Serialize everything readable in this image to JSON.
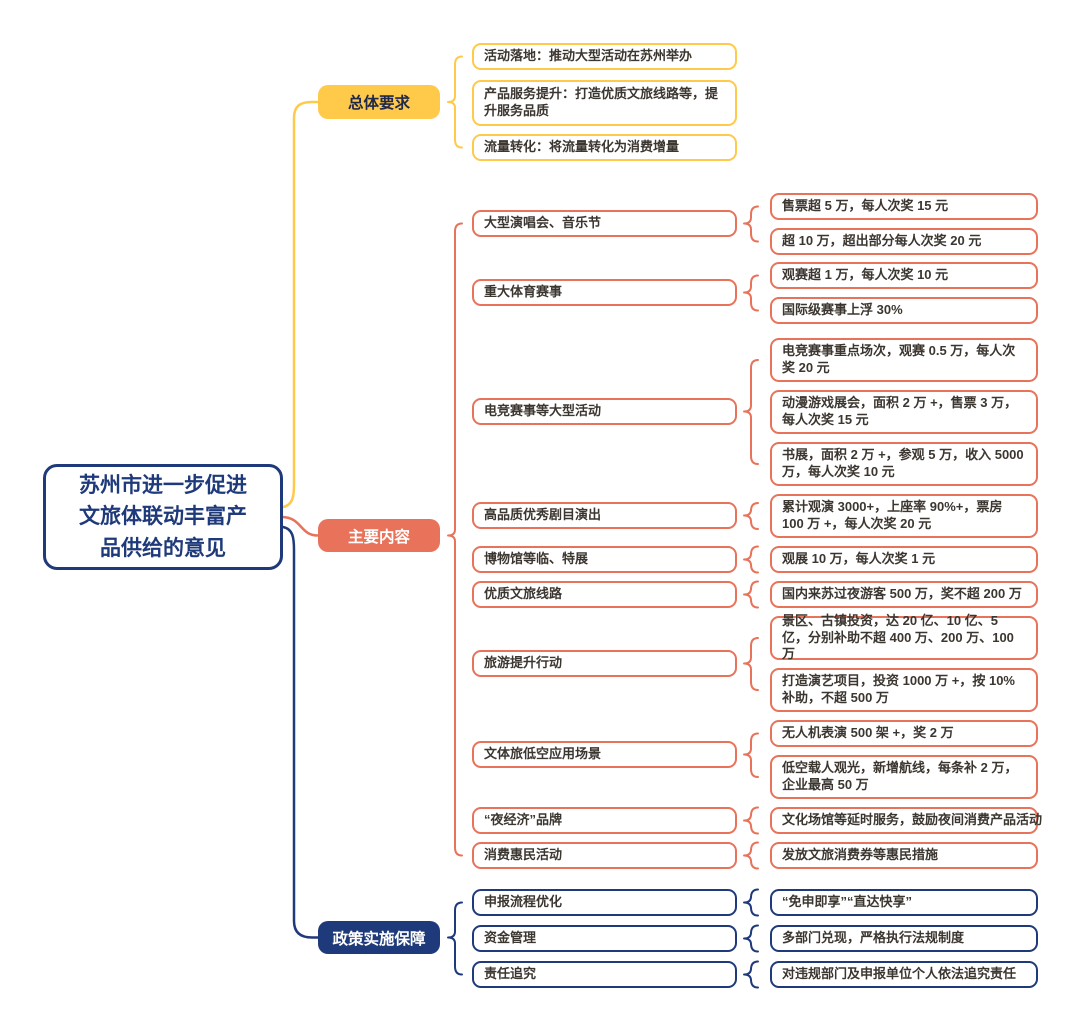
{
  "colors": {
    "yellow": "#ffc94a",
    "salmon": "#e8735a",
    "navy": "#1f3a7a",
    "node_text": "#3c3630",
    "yellow_branch_text": "#20294a",
    "background": "#ffffff"
  },
  "root": {
    "title": "苏州市进一步促进文旅体联动丰富产品供给的意见"
  },
  "branches": [
    {
      "label": "总体要求",
      "children": [
        {
          "label": "活动落地：推动大型活动在苏州举办"
        },
        {
          "label": "产品服务提升：打造优质文旅线路等，提升服务品质"
        },
        {
          "label": "流量转化：将流量转化为消费增量"
        }
      ]
    },
    {
      "label": "主要内容",
      "children": [
        {
          "label": "大型演唱会、音乐节",
          "leaves": [
            "售票超 5 万，每人次奖 15 元",
            "超 10 万，超出部分每人次奖 20 元"
          ]
        },
        {
          "label": "重大体育赛事",
          "leaves": [
            "观赛超 1 万，每人次奖 10 元",
            "国际级赛事上浮 30%"
          ]
        },
        {
          "label": "电竞赛事等大型活动",
          "leaves": [
            "电竞赛事重点场次，观赛 0.5 万，每人次奖 20 元",
            "动漫游戏展会，面积 2 万 +，售票 3 万，每人次奖 15 元",
            "书展，面积 2 万 +，参观 5 万，收入 5000 万，每人次奖 10 元"
          ]
        },
        {
          "label": "高品质优秀剧目演出",
          "leaves": [
            "累计观演 3000+，上座率 90%+，票房 100 万 +，每人次奖 20 元"
          ]
        },
        {
          "label": "博物馆等临、特展",
          "leaves": [
            "观展 10 万，每人次奖 1 元"
          ]
        },
        {
          "label": "优质文旅线路",
          "leaves": [
            "国内来苏过夜游客 500 万，奖不超 200 万"
          ]
        },
        {
          "label": "旅游提升行动",
          "leaves": [
            "景区、古镇投资，达 20 亿、10 亿、5 亿，分别补助不超 400 万、200 万、100 万",
            "打造演艺项目，投资 1000 万 +，按 10% 补助，不超 500 万"
          ]
        },
        {
          "label": "文体旅低空应用场景",
          "leaves": [
            "无人机表演 500 架 +，奖 2 万",
            "低空载人观光，新增航线，每条补 2 万，企业最高 50 万"
          ]
        },
        {
          "label": "“夜经济”品牌",
          "leaves": [
            "文化场馆等延时服务，鼓励夜间消费产品活动"
          ]
        },
        {
          "label": "消费惠民活动",
          "leaves": [
            "发放文旅消费券等惠民措施"
          ]
        }
      ]
    },
    {
      "label": "政策实施保障",
      "children": [
        {
          "label": "申报流程优化",
          "leaves": [
            "“免申即享”“直达快享”"
          ]
        },
        {
          "label": "资金管理",
          "leaves": [
            "多部门兑现，严格执行法规制度"
          ]
        },
        {
          "label": "责任追究",
          "leaves": [
            "对违规部门及申报单位个人依法追究责任"
          ]
        }
      ]
    }
  ]
}
